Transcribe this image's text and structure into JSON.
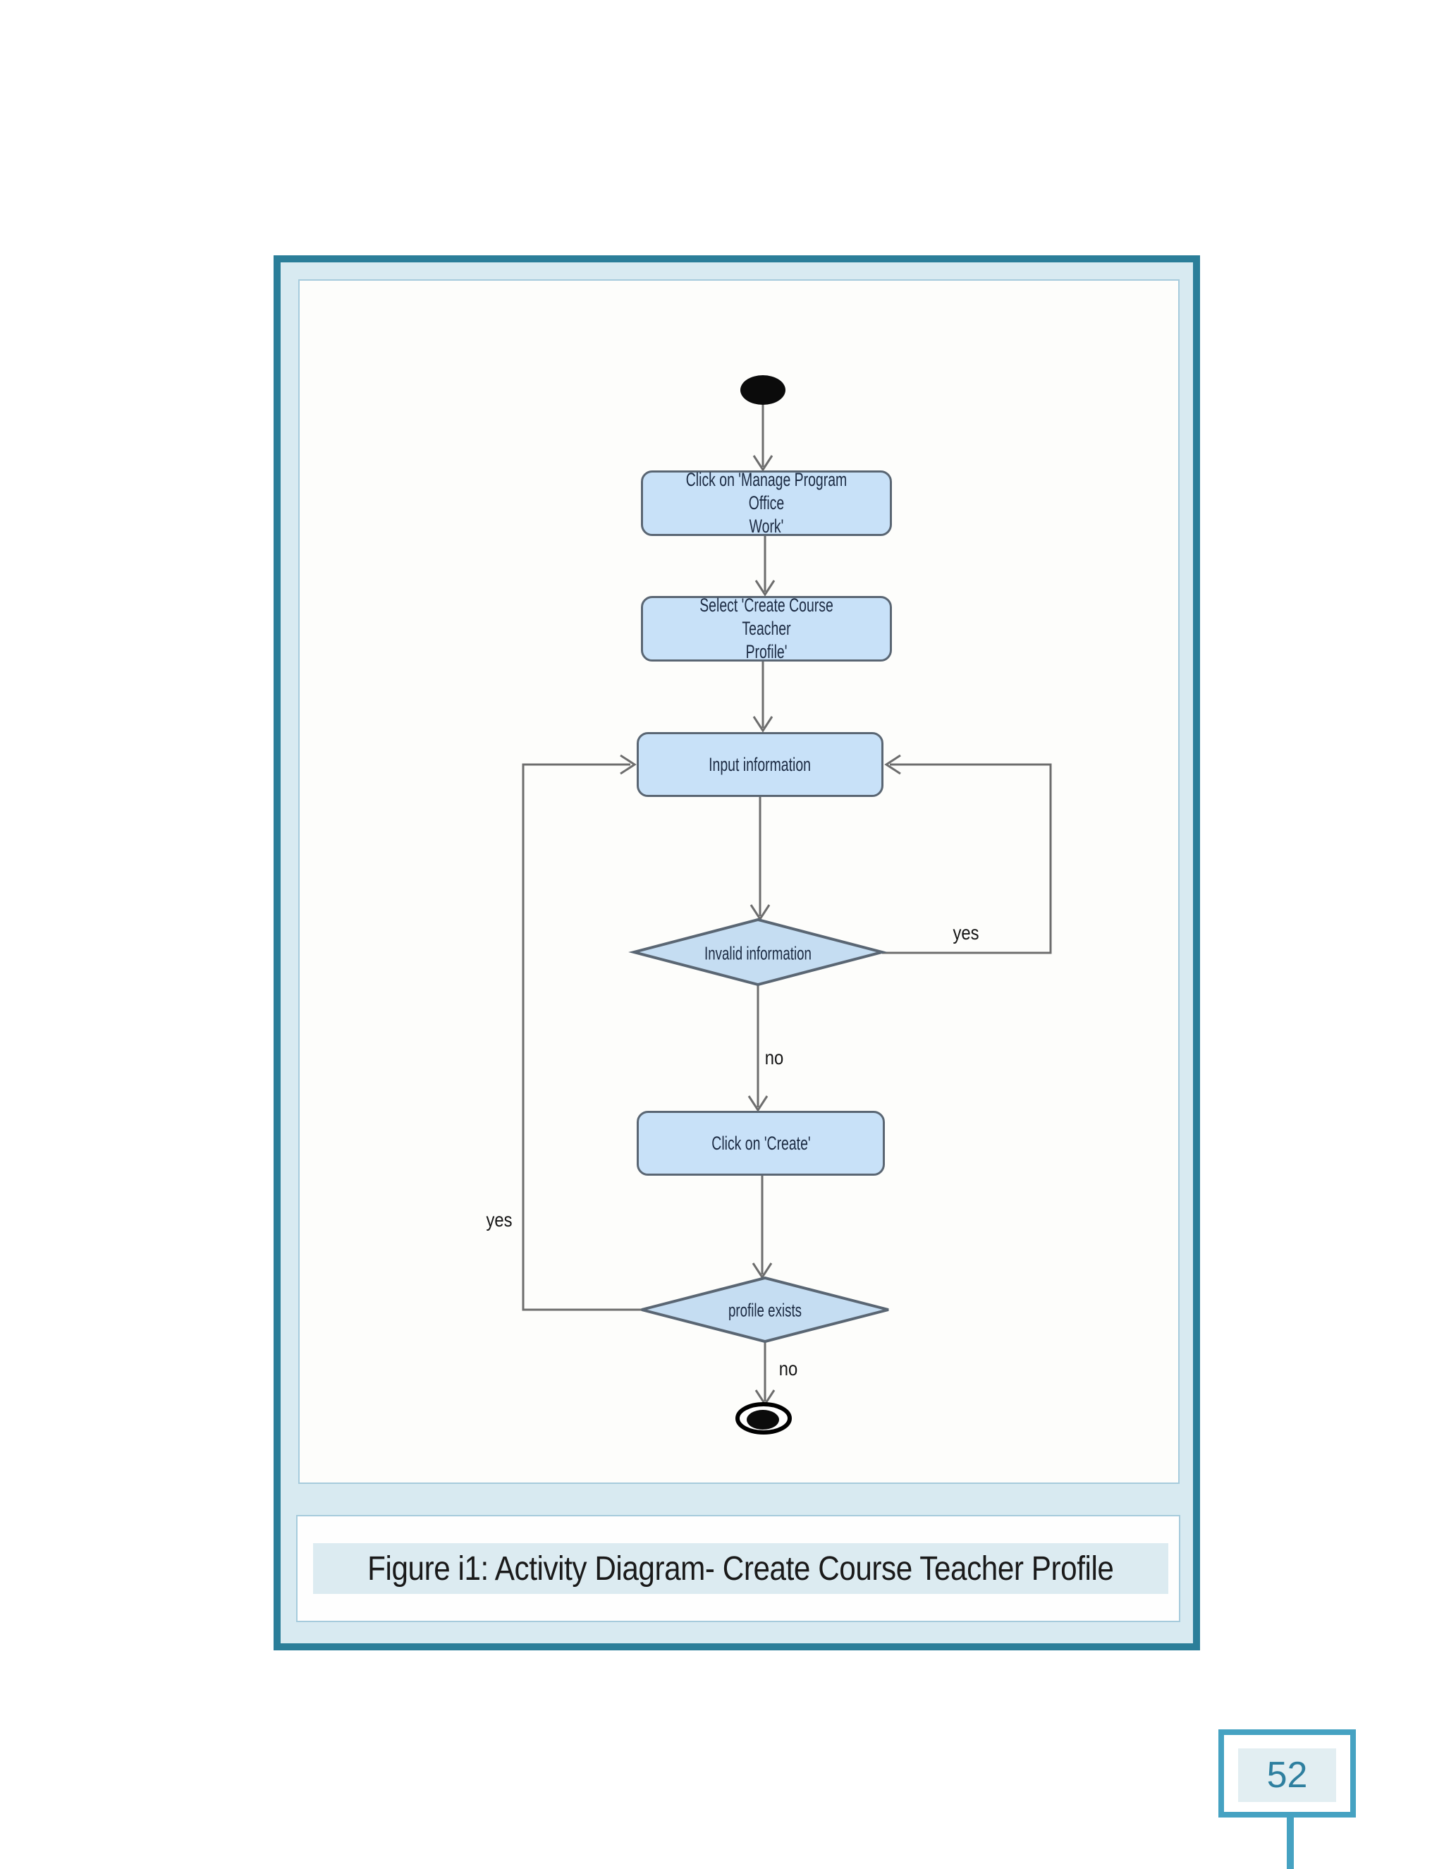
{
  "figure": {
    "caption": "Figure i1: Activity Diagram- Create Course Teacher Profile"
  },
  "page": {
    "number": "52"
  },
  "diagram": {
    "type": "uml-activity-diagram",
    "nodes": [
      {
        "id": "start",
        "type": "start"
      },
      {
        "id": "click-manage-program-office-work",
        "type": "action",
        "label": "Click on 'Manage Program Office\nWork'"
      },
      {
        "id": "select-create-course-teacher-profile",
        "type": "action",
        "label": "Select 'Create Course Teacher\nProfile'"
      },
      {
        "id": "input-information",
        "type": "action",
        "label": "Input information"
      },
      {
        "id": "invalid-information",
        "type": "decision",
        "label": "Invalid information"
      },
      {
        "id": "click-create",
        "type": "action",
        "label": "Click on 'Create'"
      },
      {
        "id": "profile-exists",
        "type": "decision",
        "label": "profile exists"
      },
      {
        "id": "end",
        "type": "end"
      }
    ],
    "edges": [
      {
        "from": "start",
        "to": "click-manage-program-office-work",
        "label": ""
      },
      {
        "from": "click-manage-program-office-work",
        "to": "select-create-course-teacher-profile",
        "label": ""
      },
      {
        "from": "select-create-course-teacher-profile",
        "to": "input-information",
        "label": ""
      },
      {
        "from": "input-information",
        "to": "invalid-information",
        "label": ""
      },
      {
        "from": "invalid-information",
        "to": "input-information",
        "label": "yes"
      },
      {
        "from": "invalid-information",
        "to": "click-create",
        "label": "no"
      },
      {
        "from": "click-create",
        "to": "profile-exists",
        "label": ""
      },
      {
        "from": "profile-exists",
        "to": "input-information",
        "label": "yes"
      },
      {
        "from": "profile-exists",
        "to": "end",
        "label": "no"
      }
    ]
  },
  "colors": {
    "frame_teal": "#2b7e99",
    "frame_band": "#d8eaf1",
    "canvas_border": "#a6cbdc",
    "node_fill": "#c8e1f8",
    "diamond_fill": "#c5ddf2",
    "node_border": "#5a6673",
    "connector_gray": "#6d6d6d",
    "pagenum_teal": "#46a2c2",
    "pagenum_text": "#2e7f9f"
  }
}
